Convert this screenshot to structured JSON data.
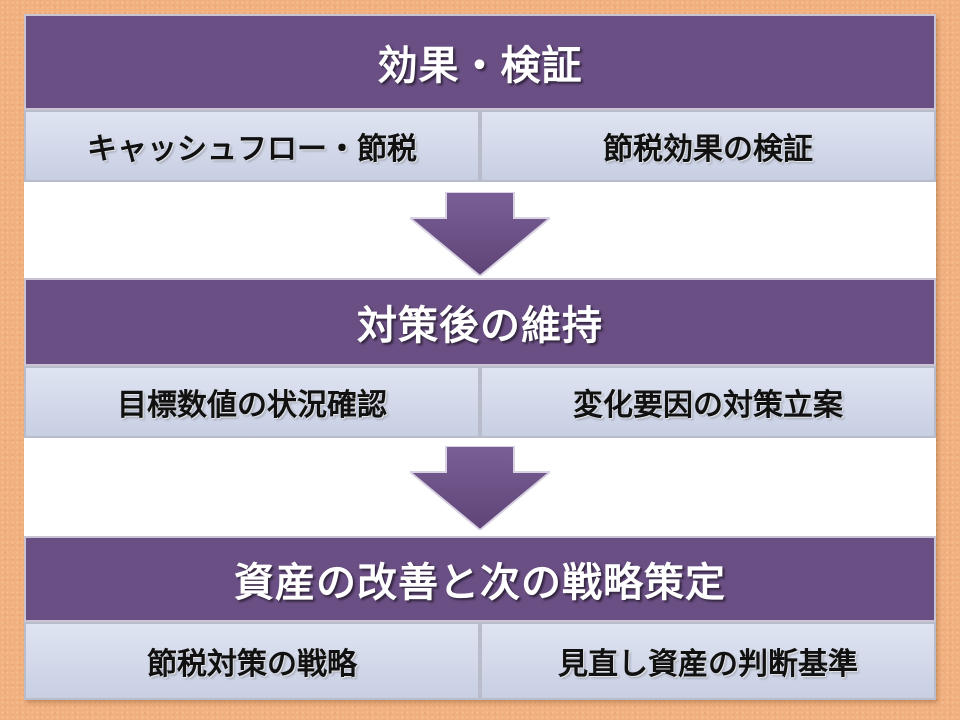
{
  "colors": {
    "background": "#f2b07e",
    "header": "#6a4f84",
    "subcell": "#d4d9ea",
    "arrow": "#6a4f84"
  },
  "steps": [
    {
      "title": "効果・検証",
      "items": [
        "キャッシュフロー・節税",
        "節税効果の検証"
      ]
    },
    {
      "title": "対策後の維持",
      "items": [
        "目標数値の状況確認",
        "変化要因の対策立案"
      ]
    },
    {
      "title": "資産の改善と次の戦略策定",
      "items": [
        "節税対策の戦略",
        "見直し資産の判断基準"
      ]
    }
  ],
  "connectors": [
    "down-arrow-icon",
    "down-arrow-icon"
  ]
}
